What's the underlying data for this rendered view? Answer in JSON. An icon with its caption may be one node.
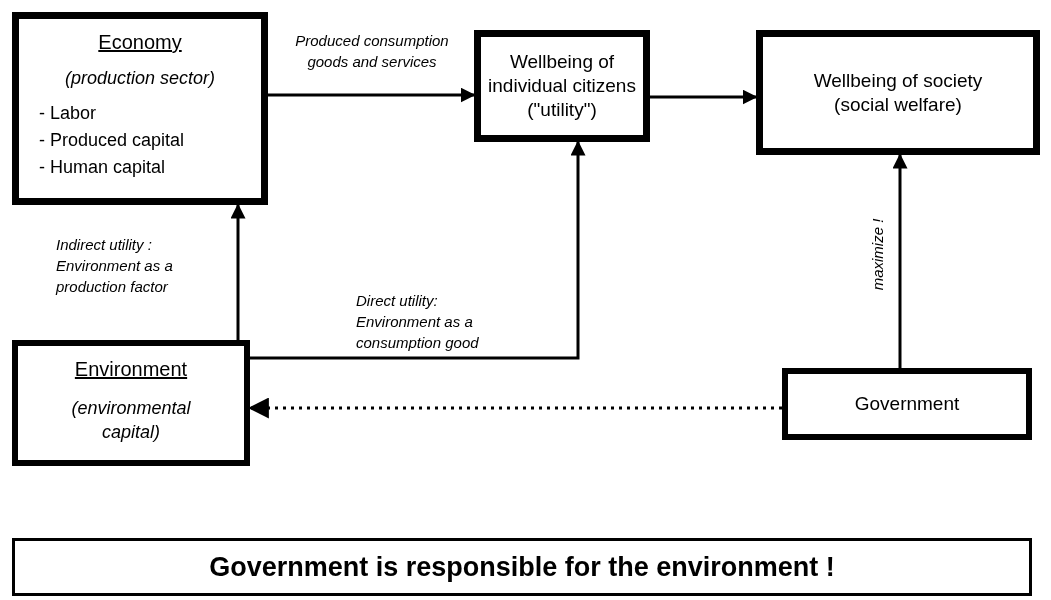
{
  "diagram": {
    "nodes": [
      {
        "text": [
          "Economy",
          "(production sector)",
          "- Labor",
          "- Produced capital",
          "- Human capital"
        ]
      },
      {
        "text": [
          "Wellbeing of individual citizens (\"utility\")"
        ]
      },
      {
        "text": [
          "Wellbeing of society (social welfare)"
        ]
      },
      {
        "text": [
          "Environment",
          "(environmental capital)"
        ]
      },
      {
        "text": [
          "Government"
        ]
      },
      {
        "text": [
          "Government is responsible for the environment !"
        ]
      }
    ],
    "edges": [
      {
        "from": 0,
        "to": 1,
        "arrow": "to",
        "label": "Produced consumption goods and services"
      },
      {
        "from": 1,
        "to": 2,
        "arrow": "to"
      },
      {
        "from": 3,
        "to": 0,
        "arrow": "to",
        "label": "Indirect utility : Environment as a production factor"
      },
      {
        "from": 3,
        "to": 1,
        "arrow": "to",
        "label": "Direct utility: Environment as a consumption good"
      },
      {
        "from": 4,
        "to": 3,
        "arrow": "to",
        "style": "dashed"
      },
      {
        "from": 4,
        "to": 2,
        "arrow": "to",
        "label": "maximize !"
      }
    ]
  }
}
